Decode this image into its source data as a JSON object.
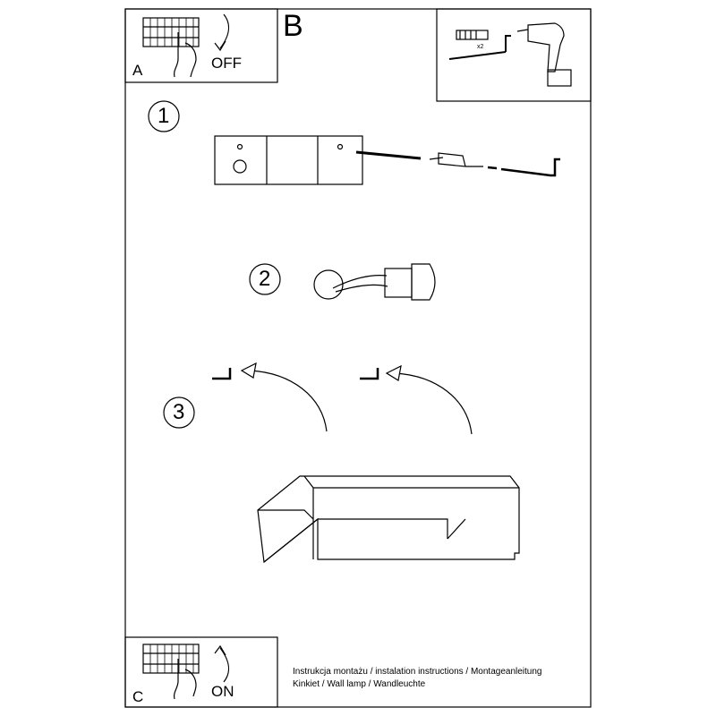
{
  "panels": {
    "a": {
      "label": "A",
      "action": "OFF"
    },
    "b": {
      "label": "B",
      "quantity": "x2"
    },
    "c": {
      "label": "C",
      "action": "ON"
    }
  },
  "steps": [
    "1",
    "2",
    "3"
  ],
  "footer": {
    "line1": "Instrukcja montażu / instalation instructions / Montageanleitung",
    "line2": "Kinkiet / Wall lamp / Wandleuchte"
  }
}
